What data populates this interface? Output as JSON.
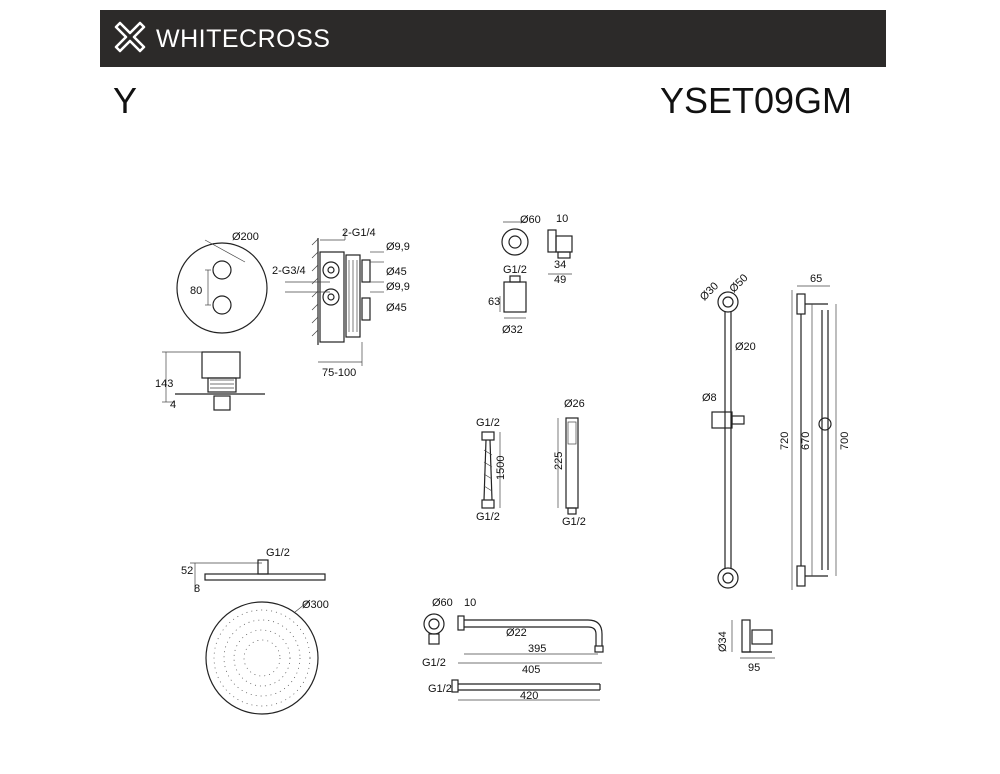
{
  "brand": {
    "name": "WHITECROSS",
    "logo_icon": "cross-x-logo-icon"
  },
  "series": "Y",
  "model": "YSET09GM",
  "colors": {
    "header_bg": "#2c2a29",
    "header_text": "#ffffff",
    "line": "#222222"
  },
  "mixer": {
    "diameter": "Ø200",
    "spacing": "80",
    "height": "143",
    "plate": "4",
    "outlet": "2-G1/4",
    "inlet": "2-G3/4",
    "d_small_1": "Ø9,9",
    "d_small_2": "Ø9,9",
    "d_med_1": "Ø45",
    "d_med_2": "Ø45",
    "depth": "75-100"
  },
  "wall_outlet": {
    "diameter": "Ø60",
    "offset": "10",
    "thread": "G1/2",
    "height": "34",
    "length": "49",
    "depth": "63",
    "pipe": "Ø32"
  },
  "hose": {
    "top": "G1/2",
    "bottom": "G1/2",
    "length": "1500"
  },
  "hand_shower": {
    "diameter": "Ø26",
    "length": "225",
    "thread": "G1/2"
  },
  "rail": {
    "d_bracket": "Ø30",
    "d_cap": "Ø50",
    "width": "65",
    "d_bar": "Ø20",
    "d_pin": "Ø8",
    "h_total": "720",
    "h_mid": "670",
    "h_inner": "700",
    "d_holder": "Ø34",
    "holder_width": "95"
  },
  "head_shower": {
    "thread": "G1/2",
    "height": "52",
    "thickness": "8",
    "diameter": "Ø300"
  },
  "arm": {
    "flange": "Ø60",
    "offset": "10",
    "pipe": "Ø22",
    "thread": "G1/2",
    "len_1": "395",
    "len_2": "405",
    "thread_2": "G1/2",
    "len_3": "420"
  }
}
